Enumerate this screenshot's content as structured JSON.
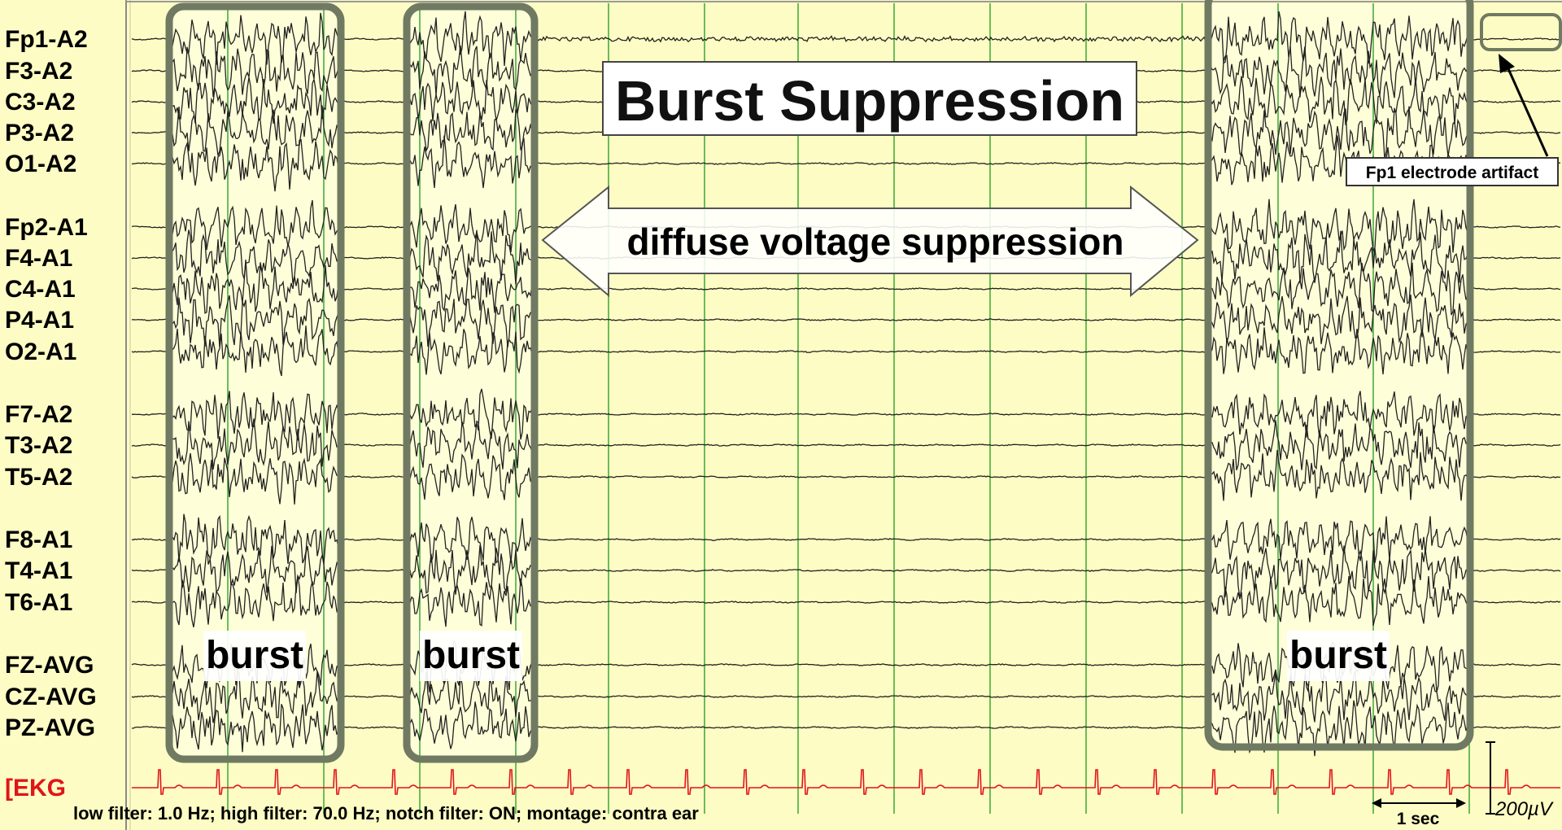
{
  "title": "Burst Suppression",
  "suppression_label": "diffuse voltage suppression",
  "artifact_label": "Fp1 electrode artifact",
  "burst_label": "burst",
  "channels": [
    "Fp1-A2",
    "F3-A2",
    "C3-A2",
    "P3-A2",
    "O1-A2",
    "Fp2-A1",
    "F4-A1",
    "C4-A1",
    "P4-A1",
    "O2-A1",
    "F7-A2",
    "T3-A2",
    "T5-A2",
    "F8-A1",
    "T4-A1",
    "T6-A1",
    "FZ-AVG",
    "CZ-AVG",
    "PZ-AVG"
  ],
  "ekg_label": "[EKG",
  "filter_info": "low filter: 1.0 Hz; high filter: 70.0 Hz; notch filter: ON; montage: contra ear",
  "time_scale_label": "1 sec",
  "amplitude_scale_label": "200µV",
  "colors": {
    "background": "#fdfcc4",
    "trace": "#222222",
    "ekg": "#e0141a",
    "gridline": "#1e9a1e",
    "burst_box": "#707a62"
  }
}
